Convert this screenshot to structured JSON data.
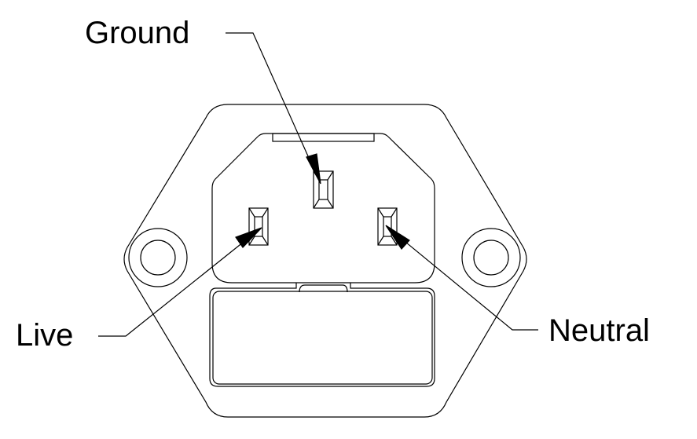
{
  "title": "IEC C14 inlet with fuse drawer",
  "labels": {
    "ground": "Ground",
    "live": "Live",
    "neutral": "Neutral"
  },
  "colors": {
    "line": "#000000",
    "background": "#ffffff"
  }
}
